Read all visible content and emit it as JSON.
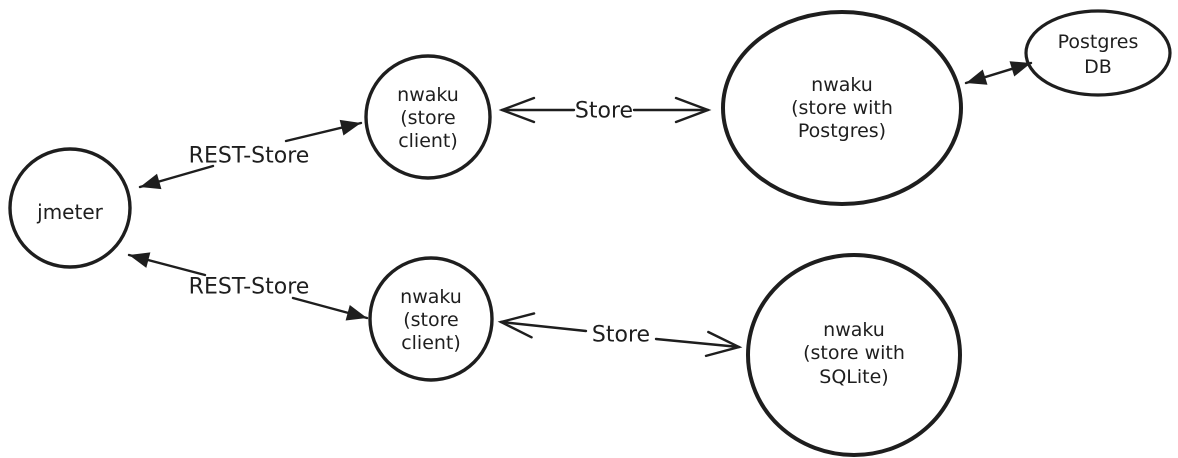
{
  "diagram": {
    "style": "hand-drawn sketch",
    "background": "#ffffff",
    "stroke_color": "#1e1e1e",
    "nodes": {
      "jmeter": {
        "lines": [
          "jmeter"
        ]
      },
      "store_client_top": {
        "lines": [
          "nwaku",
          "(store",
          "client)"
        ]
      },
      "store_client_bottom": {
        "lines": [
          "nwaku",
          "(store",
          "client)"
        ]
      },
      "store_postgres": {
        "lines": [
          "nwaku",
          "(store with",
          "Postgres)"
        ]
      },
      "store_sqlite": {
        "lines": [
          "nwaku",
          "(store with",
          "SQLite)"
        ]
      },
      "postgres_db": {
        "lines": [
          "Postgres",
          "DB"
        ]
      }
    },
    "edges": {
      "rest_store_top": {
        "label": "REST-Store",
        "arrowheads": "filled-both-ends"
      },
      "rest_store_bottom": {
        "label": "REST-Store",
        "arrowheads": "filled-both-ends"
      },
      "store_top": {
        "label": "Store",
        "arrowheads": "open-both-ends"
      },
      "store_bottom": {
        "label": "Store",
        "arrowheads": "open-both-ends"
      },
      "postgres_link": {
        "label": "",
        "arrowheads": "filled-both-ends"
      }
    }
  }
}
